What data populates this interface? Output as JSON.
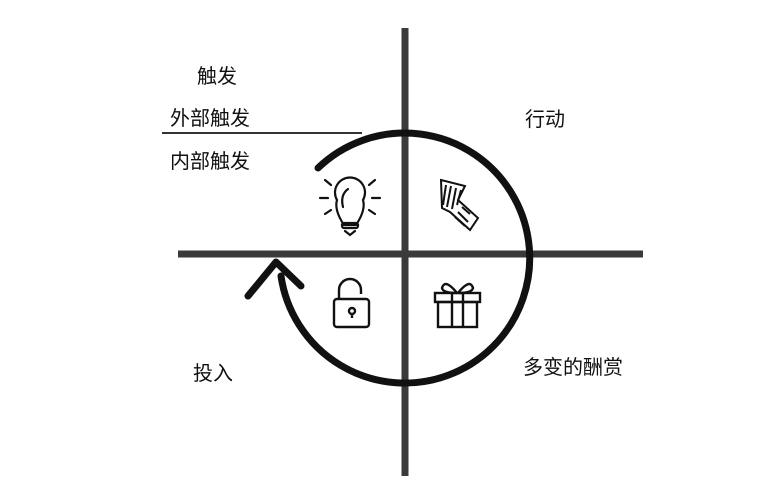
{
  "labels": {
    "trigger": "触发",
    "external_trigger": "外部触发",
    "internal_trigger": "内部触发",
    "action": "行动",
    "variable_reward": "多变的酬赏",
    "investment": "投入"
  },
  "icons": [
    "lightbulb-icon",
    "arrow-up-left-icon",
    "unlock-icon",
    "gift-icon"
  ],
  "colors": {
    "line": "#3a3a3a",
    "circle": "#111111"
  }
}
